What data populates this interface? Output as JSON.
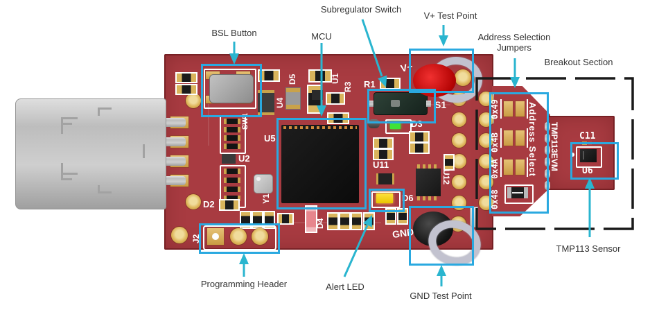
{
  "callouts": {
    "bsl_button": "BSL Button",
    "mcu": "MCU",
    "subregulator_switch": "Subregulator Switch",
    "v_test_point": "V+ Test Point",
    "address_selection_line1": "Address Selection",
    "address_selection_line2": "Jumpers",
    "breakout_section": "Breakout Section",
    "tmp113_sensor": "TMP113 Sensor",
    "gnd_test_point": "GND Test Point",
    "alert_led": "Alert LED",
    "programming_header": "Programming Header"
  },
  "silkscreen": {
    "sw1": "SW1",
    "u1": "U1",
    "u2": "U2",
    "u4": "U4",
    "u5": "U5",
    "u11": "U11",
    "u12": "U12",
    "u6": "U6",
    "d2": "D2",
    "d3": "D3",
    "d4": "D4",
    "d5": "D5",
    "d6": "D6",
    "r1": "R1",
    "r3": "R3",
    "y1": "Y1",
    "j2": "J2",
    "s1": "S1",
    "c11": "C11",
    "v_plus": "V+",
    "gnd": "GND",
    "addr_0x49": "0x49",
    "addr_0x4b": "0x4B",
    "addr_0x4a": "0x4A",
    "addr_0x48": "0x48",
    "address_select": "Address Select",
    "tmp113evm": "TMP113EVM"
  },
  "colors": {
    "pcb_red": "#a83b41",
    "pcb_red_dark": "#86292e",
    "highlight_cyan": "#2aa9e0",
    "arrow_teal": "#2ab5cf",
    "gold": "#d9b45c",
    "breakout_dash": "#1a1a1a",
    "label_text": "#333333"
  }
}
